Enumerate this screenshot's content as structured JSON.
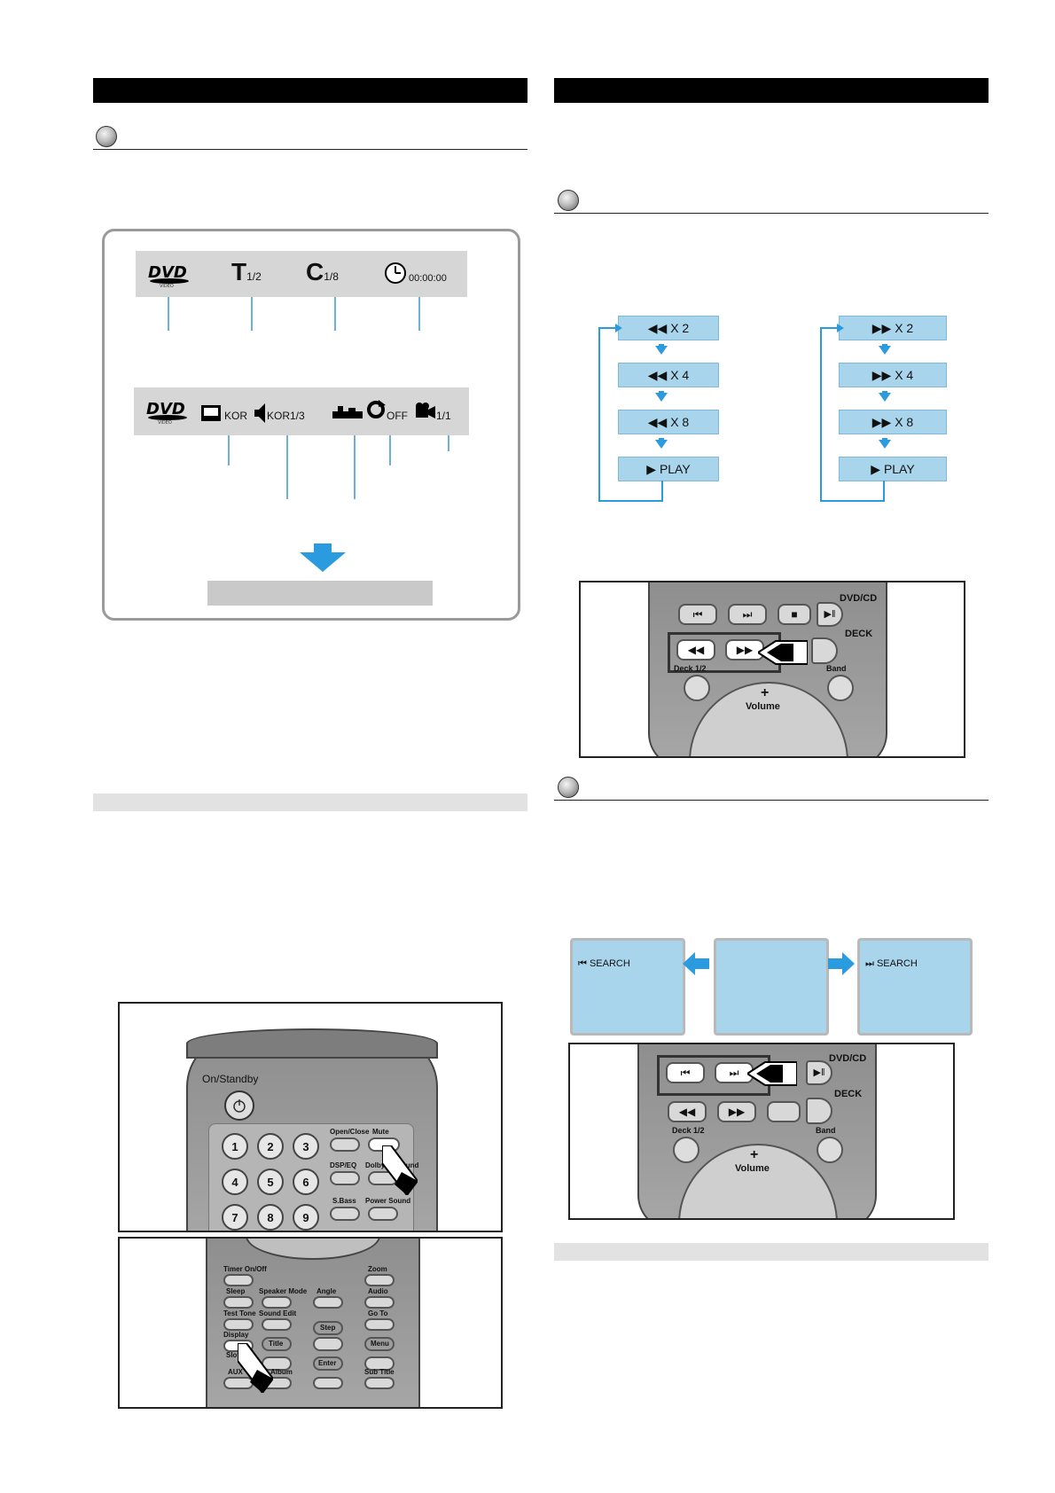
{
  "osd_top": {
    "title_label": "T",
    "title_value": "1/2",
    "chapter_label": "C",
    "chapter_value": "1/8",
    "time": "00:00:00"
  },
  "osd_bottom": {
    "subtitle": "KOR",
    "audio": "KOR1/3",
    "off": "OFF",
    "angle": "1/1"
  },
  "scan_left": [
    "◀◀  X 2",
    "◀◀  X 4",
    "◀◀  X 8",
    "▶  PLAY"
  ],
  "scan_right": [
    "▶▶  X 2",
    "▶▶  X 4",
    "▶▶  X 8",
    "▶  PLAY"
  ],
  "remote1": {
    "dvdcd": "DVD/CD",
    "deck": "DECK",
    "deck12": "Deck 1/2",
    "band": "Band",
    "volume": "Volume",
    "plus": "+"
  },
  "search": {
    "prev": "SEARCH",
    "next": "SEARCH"
  },
  "remote2": {
    "dvdcd": "DVD/CD",
    "deck": "DECK",
    "deck12": "Deck 1/2",
    "band": "Band",
    "volume": "Volume",
    "plus": "+"
  },
  "remote3": {
    "on_standby": "On/Standby",
    "open_close": "Open/Close",
    "mute": "Mute",
    "dsp_eq": "DSP/EQ",
    "dolby_surround": "Dolby Surround",
    "s_bass": "S.Bass",
    "power_sound": "Power Sound",
    "nums": [
      "1",
      "2",
      "3",
      "4",
      "5",
      "6",
      "7",
      "8",
      "9"
    ]
  },
  "remote4": {
    "timer": "Timer On/Off",
    "zoom": "Zoom",
    "sleep": "Sleep",
    "speaker_mode": "Speaker Mode",
    "angle": "Angle",
    "audio": "Audio",
    "test_tone": "Test Tone",
    "sound_edit": "Sound Edit",
    "goto": "Go To",
    "step": "Step",
    "display": "Display",
    "title": "Title",
    "menu": "Menu",
    "slot": "Slot",
    "enter": "Enter",
    "aux": "AUX",
    "album": "Album",
    "subtitle": "Sub Title"
  },
  "colors": {
    "accent_blue": "#2b9be0",
    "box_blue": "#a9d5ec",
    "black_bar": "#000000"
  }
}
